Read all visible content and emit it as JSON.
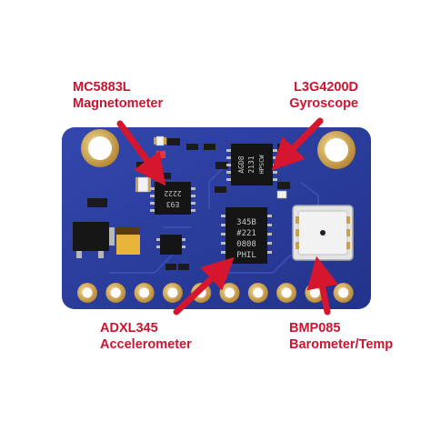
{
  "labels": {
    "magnetometer": {
      "part": "MC5883L",
      "role": "Magnetometer"
    },
    "gyroscope": {
      "part": "L3G4200D",
      "role": "Gyroscope"
    },
    "accelerometer": {
      "part": "ADXL345",
      "role": "Accelerometer"
    },
    "barometer": {
      "part": "BMP085",
      "role": "Barometer/Temp"
    }
  },
  "chip_markings": {
    "magnetometer_chip": [
      "2222",
      "E93"
    ],
    "gyroscope_chip": [
      "AGD8",
      "2131",
      "HPSCW"
    ],
    "accelerometer_chip": [
      "345B",
      "#221",
      "0808",
      "PHIL"
    ]
  },
  "colors": {
    "board": "#2a3c9a",
    "label_red": "#cc1530",
    "pad_gold": "#d8b25a"
  }
}
